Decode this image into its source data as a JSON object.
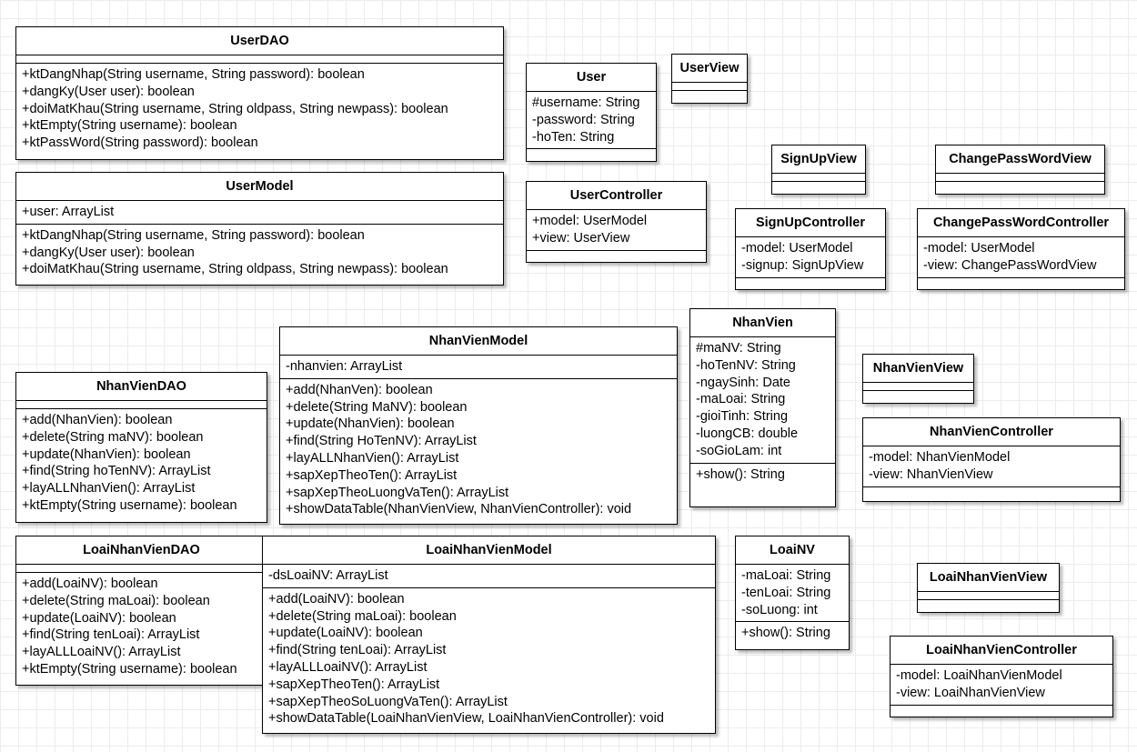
{
  "classes": [
    {
      "id": "userdao",
      "name": "UserDAO",
      "attributes": [],
      "methods": [
        "+ktDangNhap(String username, String password): boolean",
        "+dangKy(User user): boolean",
        "+doiMatKhau(String username, String oldpass, String newpass): boolean",
        "+ktEmpty(String username): boolean",
        "+ktPassWord(String password): boolean"
      ]
    },
    {
      "id": "usermodel",
      "name": "UserModel",
      "attributes": [
        "+user: ArrayList"
      ],
      "methods": [
        "+ktDangNhap(String username, String password): boolean",
        "+dangKy(User user): boolean",
        "+doiMatKhau(String username, String oldpass, String newpass): boolean"
      ]
    },
    {
      "id": "user",
      "name": "User",
      "attributes": [
        "#username: String",
        "-password: String",
        "-hoTen: String"
      ],
      "methods": []
    },
    {
      "id": "userview",
      "name": "UserView",
      "attributes": [],
      "methods": []
    },
    {
      "id": "usercontroller",
      "name": "UserController",
      "attributes": [
        "+model: UserModel",
        "+view: UserView"
      ],
      "methods": []
    },
    {
      "id": "signupview",
      "name": "SignUpView",
      "attributes": [],
      "methods": []
    },
    {
      "id": "changepasswordview",
      "name": "ChangePassWordView",
      "attributes": [],
      "methods": []
    },
    {
      "id": "signupcontroller",
      "name": "SignUpController",
      "attributes": [
        "-model: UserModel",
        "-signup: SignUpView"
      ],
      "methods": []
    },
    {
      "id": "changepasswordcontroller",
      "name": "ChangePassWordController",
      "attributes": [
        "-model: UserModel",
        "-view: ChangePassWordView"
      ],
      "methods": []
    },
    {
      "id": "nhanviendao",
      "name": "NhanVienDAO",
      "attributes": [],
      "methods": [
        "+add(NhanVien): boolean",
        "+delete(String maNV): boolean",
        "+update(NhanVien): boolean",
        "+find(String hoTenNV): ArrayList",
        "+layALLNhanVien(): ArrayList",
        "+ktEmpty(String username): boolean"
      ]
    },
    {
      "id": "nhanvienmodel",
      "name": "NhanVienModel",
      "attributes": [
        "-nhanvien: ArrayList"
      ],
      "methods": [
        "+add(NhanVen): boolean",
        "+delete(String MaNV): boolean",
        "+update(NhanVien): boolean",
        "+find(String HoTenNV): ArrayList",
        "+layALLNhanVien(): ArrayList",
        "+sapXepTheoTen(): ArrayList",
        "+sapXepTheoLuongVaTen(): ArrayList",
        "+showDataTable(NhanVienView, NhanVienController): void"
      ]
    },
    {
      "id": "nhanvien",
      "name": "NhanVien",
      "attributes": [
        "#maNV: String",
        "-hoTenNV: String",
        "-ngaySinh: Date",
        "-maLoai: String",
        "-gioiTinh: String",
        "-luongCB: double",
        "-soGioLam: int"
      ],
      "methods": [
        "+show(): String"
      ]
    },
    {
      "id": "nhanvienview",
      "name": "NhanVienView",
      "attributes": [],
      "methods": []
    },
    {
      "id": "nhanviencontroller",
      "name": "NhanVienController",
      "attributes": [
        "-model: NhanVienModel",
        "-view: NhanVienView"
      ],
      "methods": []
    },
    {
      "id": "loainhanviendao",
      "name": "LoaiNhanVienDAO",
      "attributes": [],
      "methods": [
        "+add(LoaiNV): boolean",
        "+delete(String maLoai): boolean",
        "+update(LoaiNV): boolean",
        "+find(String tenLoai): ArrayList",
        "+layALLLoaiNV(): ArrayList",
        "+ktEmpty(String username): boolean"
      ]
    },
    {
      "id": "loainhanvienmodel",
      "name": "LoaiNhanVienModel",
      "attributes": [
        "-dsLoaiNV: ArrayList"
      ],
      "methods": [
        "+add(LoaiNV): boolean",
        "+delete(String maLoai): boolean",
        "+update(LoaiNV): boolean",
        "+find(String tenLoai): ArrayList",
        "+layALLLoaiNV(): ArrayList",
        "+sapXepTheoTen(): ArrayList",
        "+sapXepTheoSoLuongVaTen(): ArrayList",
        "+showDataTable(LoaiNhanVienView, LoaiNhanVienController): void"
      ]
    },
    {
      "id": "loainv",
      "name": "LoaiNV",
      "attributes": [
        "-maLoai: String",
        "-tenLoai: String",
        "-soLuong: int"
      ],
      "methods": [
        "+show(): String"
      ]
    },
    {
      "id": "loainhanvienview",
      "name": "LoaiNhanVienView",
      "attributes": [],
      "methods": []
    },
    {
      "id": "loainhanviencontroller",
      "name": "LoaiNhanVienController",
      "attributes": [
        "-model: LoaiNhanVienModel",
        "-view: LoaiNhanVienView"
      ],
      "methods": []
    }
  ]
}
